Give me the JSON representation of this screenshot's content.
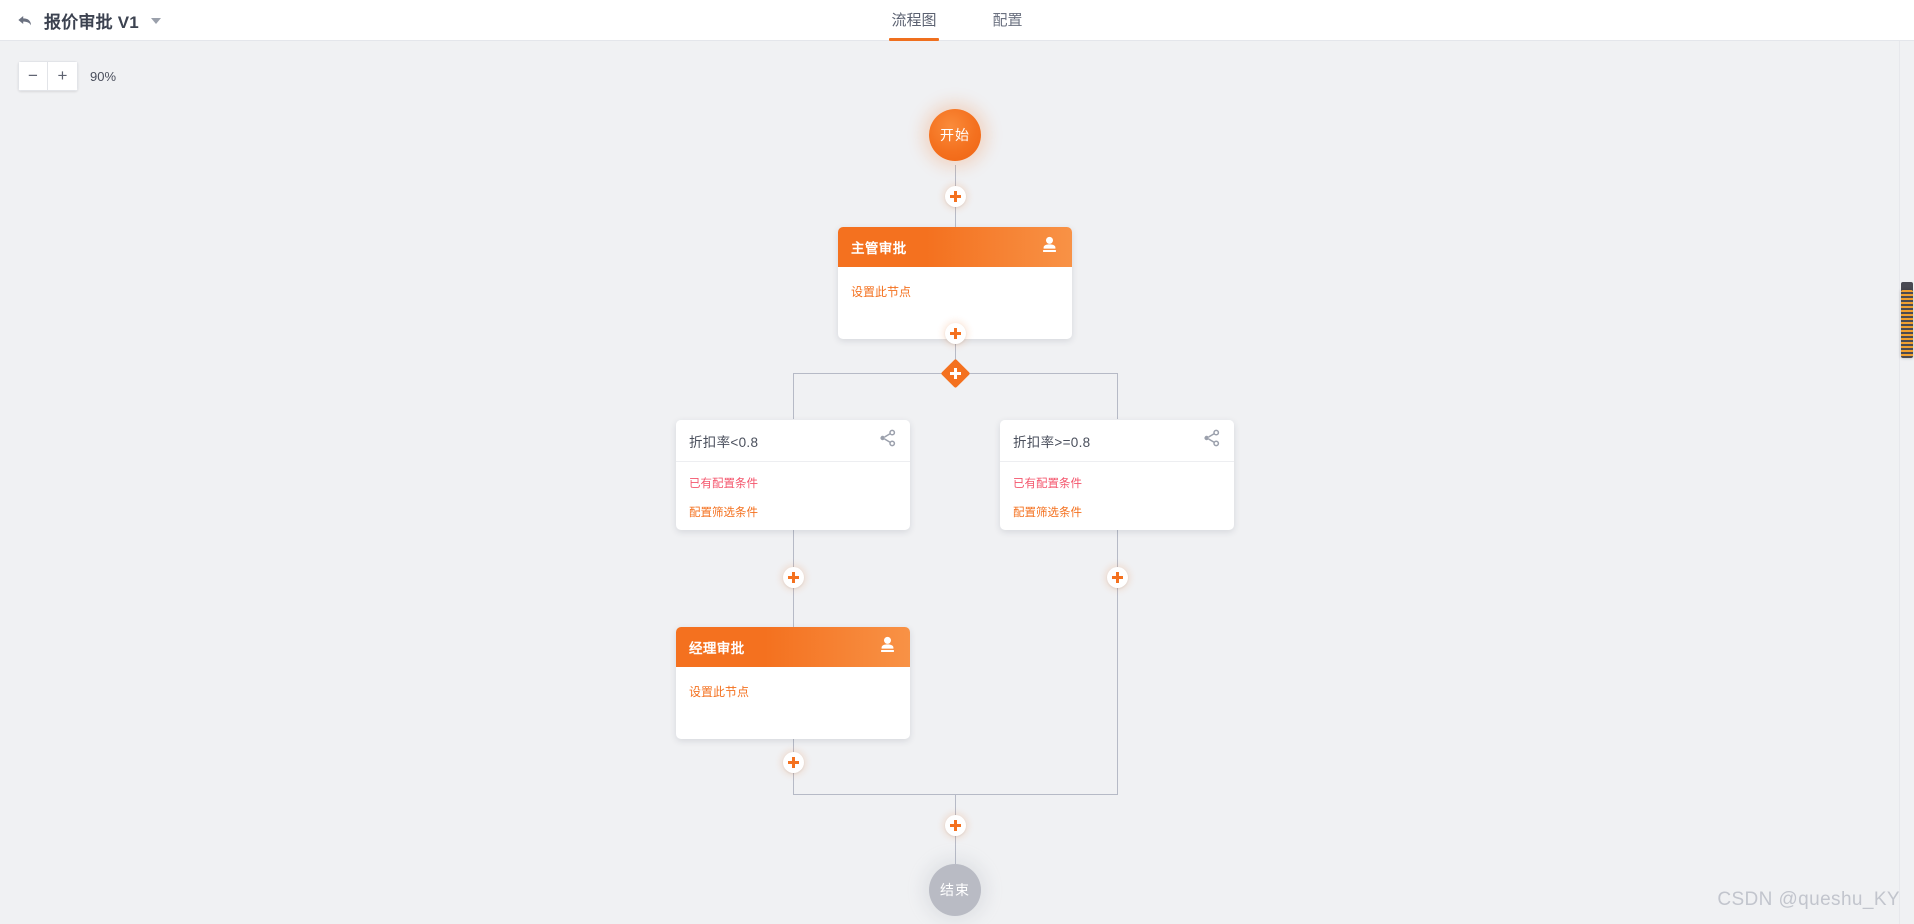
{
  "header": {
    "back_icon": "back-arrow-icon",
    "title": "报价审批 V1",
    "dropdown_icon": "chevron-down-icon",
    "tabs": [
      {
        "label": "流程图",
        "active": true
      },
      {
        "label": "配置",
        "active": false
      }
    ]
  },
  "zoom": {
    "minus_label": "−",
    "plus_label": "+",
    "level": "90%"
  },
  "flow": {
    "start_node": {
      "label": "开始",
      "type": "start"
    },
    "end_node": {
      "label": "结束",
      "type": "end"
    },
    "approval_nodes": [
      {
        "title": "主管审批",
        "action_link": "设置此节点",
        "icon": "person-stamp-icon"
      },
      {
        "title": "经理审批",
        "action_link": "设置此节点",
        "icon": "person-stamp-icon"
      }
    ],
    "condition_nodes": [
      {
        "title": "折扣率<0.8",
        "icon": "share-branch-icon",
        "status_link": "已有配置条件",
        "config_link": "配置筛选条件"
      },
      {
        "title": "折扣率>=0.8",
        "icon": "share-branch-icon",
        "status_link": "已有配置条件",
        "config_link": "配置筛选条件"
      }
    ],
    "add_buttons": [
      "add-node-after-start",
      "add-node-after-supervisor",
      "add-node-left-branch",
      "add-node-right-branch",
      "add-node-after-manager",
      "add-node-before-end"
    ],
    "branch_split": {
      "icon": "add-branch-diamond-icon"
    }
  },
  "colors": {
    "accent": "#f4711f",
    "accent_light": "#f89246",
    "danger": "#f4556c",
    "canvas_bg": "#f0f1f3",
    "line": "#b6bac6",
    "end_gray": "#b9bbc4"
  },
  "watermark": "CSDN @queshu_KY"
}
